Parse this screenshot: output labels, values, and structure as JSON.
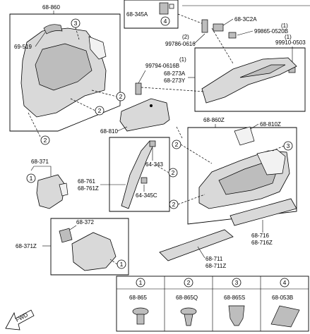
{
  "parts": {
    "p68_860": "68-860",
    "p69_519": "69-519",
    "p68_345A": "68-345A",
    "p68_3C2A": "68-3C2A",
    "p99865_0520B": "99865-0520B",
    "p99865_qty": "(1)",
    "p99910_0503": "99910-0503",
    "p99910_qty": "(1)",
    "p99786_0616": "99786-0616",
    "p99786_qty": "(2)",
    "p99794_0616B": "99794-0616B",
    "p99794_qty": "(1)",
    "p68_273A": "68-273A",
    "p68_273Y": "68-273Y",
    "p68_810": "68-810",
    "p68_860Z": "68-860Z",
    "p68_810Z": "68-810Z",
    "p68_371": "68-371",
    "p64_343": "64-343",
    "p68_761": "68-761",
    "p68_761Z": "68-761Z",
    "p64_345C": "64-345C",
    "p68_372": "68-372",
    "p68_371Z": "68-371Z",
    "p68_716": "68-716",
    "p68_716Z": "68-716Z",
    "p68_711": "68-711",
    "p68_711Z": "68-711Z"
  },
  "callouts": {
    "c1": "1",
    "c2": "2",
    "c3": "3",
    "c4": "4"
  },
  "legend": [
    {
      "num": "1",
      "part": "68-865"
    },
    {
      "num": "2",
      "part": "68-865Q"
    },
    {
      "num": "3",
      "part": "68-865S"
    },
    {
      "num": "4",
      "part": "68-053B"
    }
  ],
  "front_arrow": "FWD"
}
